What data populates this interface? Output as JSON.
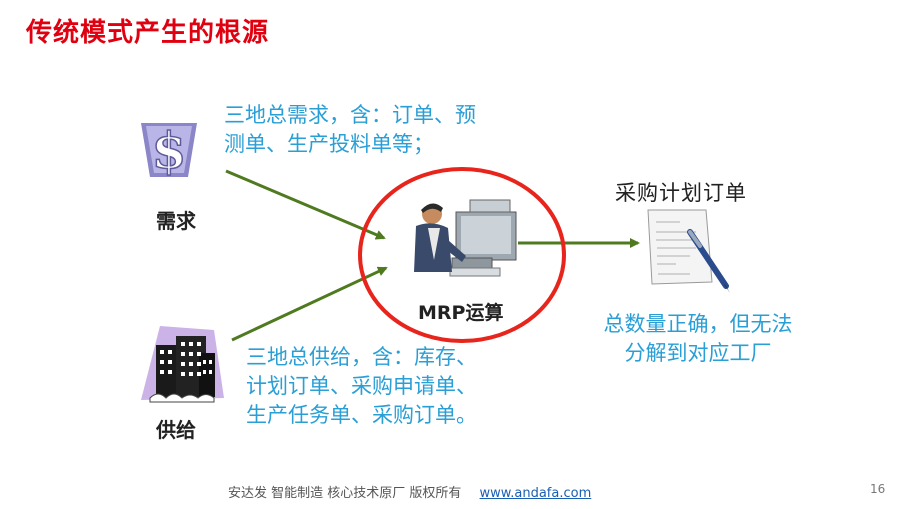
{
  "title": "传统模式产生的根源",
  "demand": {
    "label": "需求",
    "note_line1": "三地总需求，含：订单、预",
    "note_line2": "测单、生产投料单等；",
    "icon": "dollar-icon"
  },
  "supply": {
    "label": "供给",
    "note_line1": "三地总供给，含：库存、",
    "note_line2": "计划订单、采购申请单、",
    "note_line3": "生产任务单、采购订单。",
    "icon": "building-icon"
  },
  "mrp": {
    "label": "MRP运算",
    "icon": "computer-user-icon"
  },
  "purchase_order": {
    "label": "采购计划订单",
    "icon": "document-pen-icon"
  },
  "result": {
    "line1": "总数量正确，但无法",
    "line2": "分解到对应工厂"
  },
  "footer": {
    "text": "安达发   智能制造 核心技术原厂    版权所有",
    "link": "www.andafa.com"
  },
  "page_number": "16",
  "colors": {
    "title": "#e0000f",
    "note_text": "#2a9fd6",
    "arrow": "#4f7a1f",
    "circle": "#e8251c"
  }
}
